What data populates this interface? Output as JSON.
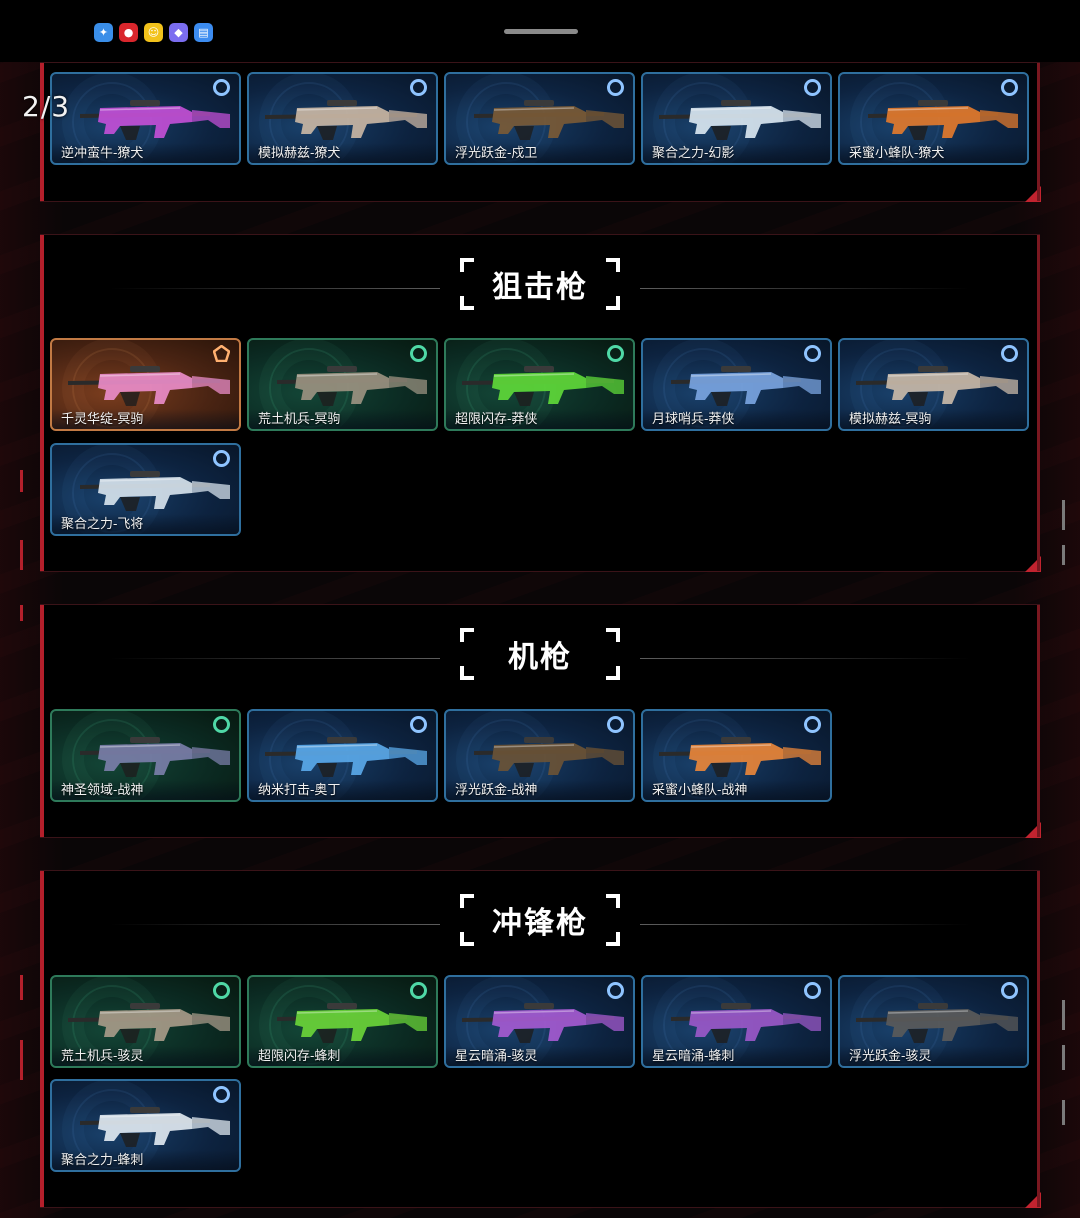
{
  "status_bar": {
    "apps": [
      {
        "icon": "qq-app-icon",
        "color": "#3a8ee8"
      },
      {
        "icon": "red-app-icon",
        "color": "#d9262c"
      },
      {
        "icon": "yellow-face-app-icon",
        "color": "#f2c21b"
      },
      {
        "icon": "purple-app-icon",
        "color": "#7b6df0"
      },
      {
        "icon": "document-app-icon",
        "color": "#3c8cf0"
      }
    ]
  },
  "page_indicator": "2/3",
  "sections": [
    {
      "title": "",
      "items": [
        {
          "label": "逆冲蛮牛-獠犬",
          "tier": "blue",
          "gun_color": "#c24fd6"
        },
        {
          "label": "模拟赫兹-獠犬",
          "tier": "blue",
          "gun_color": "#c9b6a4"
        },
        {
          "label": "浮光跃金-戍卫",
          "tier": "blue",
          "gun_color": "#7a5a36"
        },
        {
          "label": "聚合之力-幻影",
          "tier": "blue",
          "gun_color": "#d9e6f0"
        },
        {
          "label": "采蜜小蜂队-獠犬",
          "tier": "blue",
          "gun_color": "#e27a2c"
        }
      ]
    },
    {
      "title": "狙击枪",
      "items": [
        {
          "label": "千灵华绽-冥驹",
          "tier": "orange",
          "gun_color": "#e98cc8"
        },
        {
          "label": "荒土机兵-冥驹",
          "tier": "green",
          "gun_color": "#9a9180"
        },
        {
          "label": "超限闪存-莽侠",
          "tier": "green",
          "gun_color": "#5ed838"
        },
        {
          "label": "月球哨兵-莽侠",
          "tier": "blue",
          "gun_color": "#7aa4e0"
        },
        {
          "label": "模拟赫兹-冥驹",
          "tier": "blue",
          "gun_color": "#c8b8a8"
        },
        {
          "label": "聚合之力-飞将",
          "tier": "blue",
          "gun_color": "#d6e2ec"
        }
      ]
    },
    {
      "title": "机枪",
      "items": [
        {
          "label": "神圣领域-战神",
          "tier": "green",
          "gun_color": "#7a7ea8"
        },
        {
          "label": "纳米打击-奥丁",
          "tier": "blue",
          "gun_color": "#5aa8e8"
        },
        {
          "label": "浮光跃金-战神",
          "tier": "blue",
          "gun_color": "#6a5236"
        },
        {
          "label": "采蜜小蜂队-战神",
          "tier": "blue",
          "gun_color": "#e8863a"
        }
      ]
    },
    {
      "title": "冲锋枪",
      "items": [
        {
          "label": "荒土机兵-骇灵",
          "tier": "green",
          "gun_color": "#a69a88"
        },
        {
          "label": "超限闪存-蜂刺",
          "tier": "green",
          "gun_color": "#6ad438"
        },
        {
          "label": "星云暗涌-骇灵",
          "tier": "blue",
          "gun_color": "#a45ad0"
        },
        {
          "label": "星云暗涌-蜂刺",
          "tier": "blue",
          "gun_color": "#9a58c8"
        },
        {
          "label": "浮光跃金-骇灵",
          "tier": "blue",
          "gun_color": "#5a5a5a"
        },
        {
          "label": "聚合之力-蜂刺",
          "tier": "blue",
          "gun_color": "#dfe8f0"
        }
      ]
    }
  ]
}
